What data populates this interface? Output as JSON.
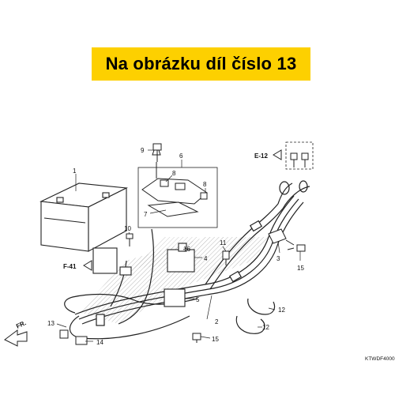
{
  "banner": {
    "text": "Na obrázku díl číslo 13",
    "background": "#fdd000"
  },
  "diagram": {
    "code": "KTWDF4000",
    "direction_label": "FR.",
    "ref_labels": {
      "e12": "E-12",
      "f41": "F-41"
    },
    "part_numbers": {
      "p1": "1",
      "p2": "2",
      "p3": "3",
      "p4": "4",
      "p5": "5",
      "p6": "6",
      "p7": "7",
      "p8a": "8",
      "p8b": "8",
      "p9": "9",
      "p10": "10",
      "p11": "11",
      "p12a": "12",
      "p12b": "12",
      "p13": "13",
      "p14": "14",
      "p15a": "15",
      "p15b": "15",
      "p16": "16"
    }
  }
}
